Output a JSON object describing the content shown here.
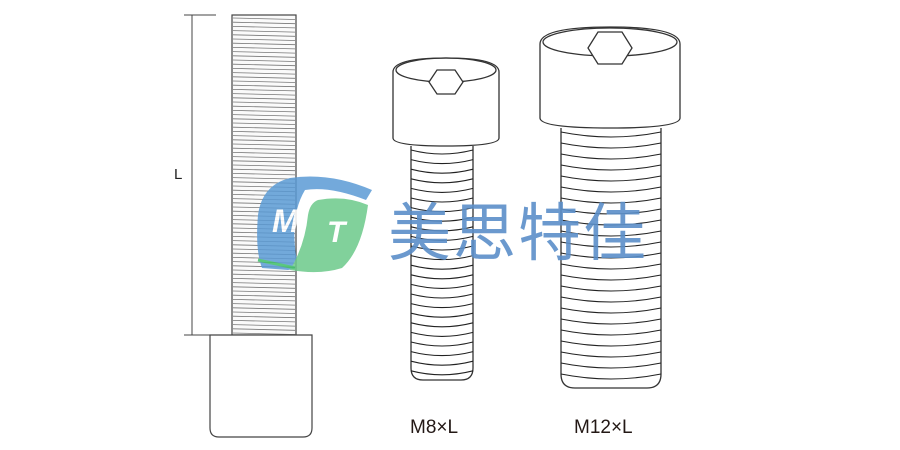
{
  "dimension_label": "L",
  "screws": [
    {
      "label": "M8×L"
    },
    {
      "label": "M12×L"
    }
  ],
  "watermark": {
    "logo_letters": "MST",
    "text": "美思特佳",
    "colors": {
      "blue": "#5b9bd5",
      "green": "#6cc98a",
      "text": "#5b8fc9"
    }
  }
}
